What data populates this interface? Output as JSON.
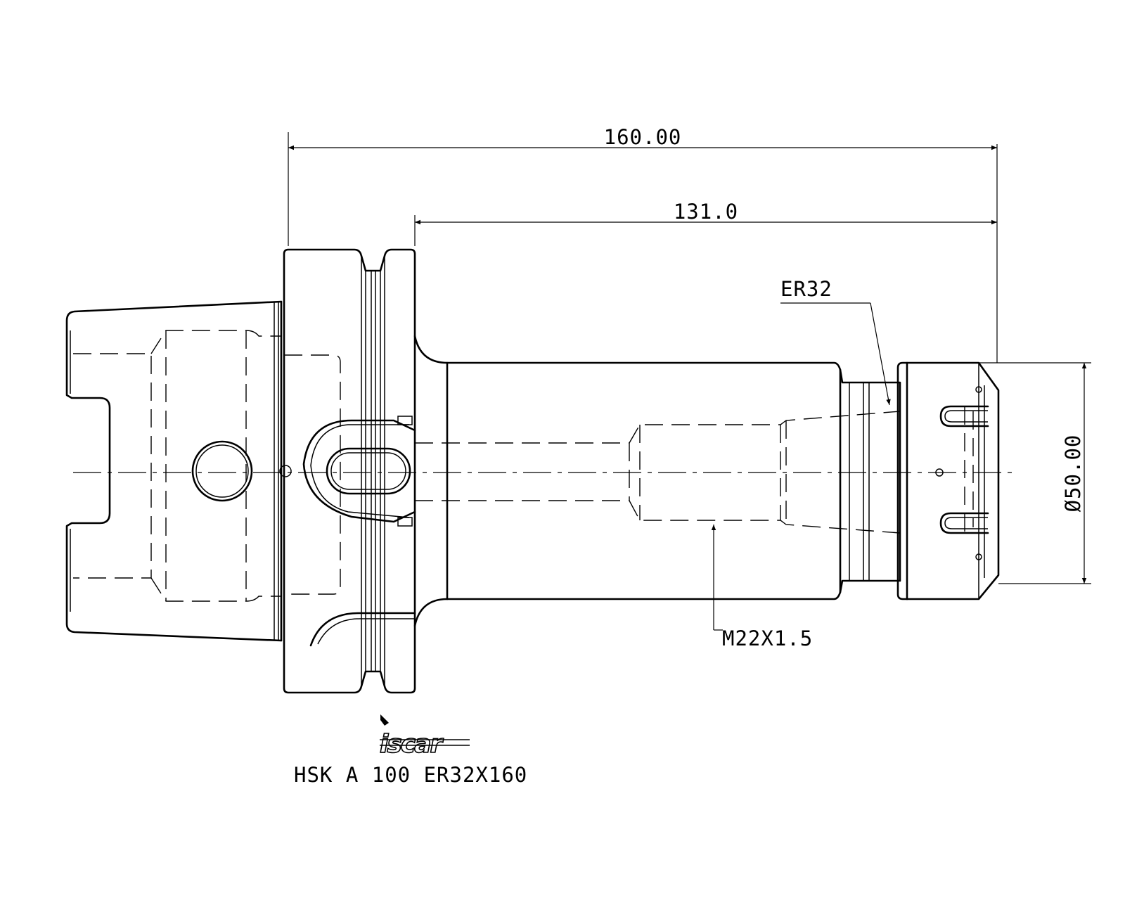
{
  "dimensions": {
    "overall_length": "160.00",
    "gauge_length": "131.0",
    "diameter": "Ø50.00"
  },
  "callouts": {
    "collet": "ER32",
    "thread": "M22X1.5"
  },
  "brand": {
    "logo": "iscar"
  },
  "part_name": "HSK A 100 ER32X160"
}
